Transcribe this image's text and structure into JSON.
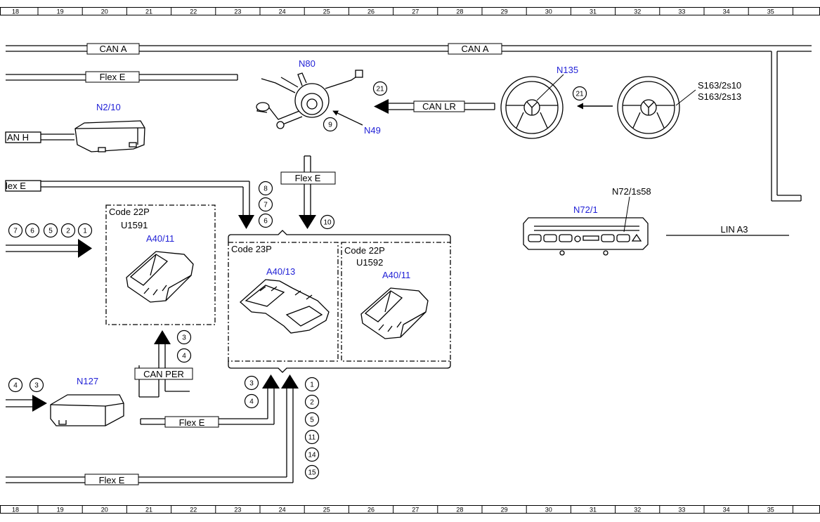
{
  "ruler": {
    "columns": [
      "18",
      "19",
      "20",
      "21",
      "22",
      "23",
      "24",
      "25",
      "26",
      "27",
      "28",
      "29",
      "30",
      "31",
      "32",
      "33",
      "34",
      "35"
    ]
  },
  "components": {
    "n80": "N80",
    "n49": "N49",
    "n2_10": "N2/10",
    "n135": "N135",
    "s163": [
      "S163/2s10",
      "S163/2s13"
    ],
    "n72_1": "N72/1",
    "n72_1s58": "N72/1s58",
    "n127": "N127",
    "a40_11_left": "A40/11",
    "a40_13": "A40/13",
    "a40_11_right": "A40/11"
  },
  "code_boxes": {
    "left": {
      "code": "Code 22P",
      "sub": "U1591"
    },
    "middle": {
      "code": "Code 23P"
    },
    "right": {
      "code": "Code 22P",
      "sub": "U1592"
    }
  },
  "bus_labels": {
    "can_a_1": "CAN A",
    "can_a_2": "CAN A",
    "flex_e_top": "Flex E",
    "can_h": "AN H",
    "flex_e_left": "lex E",
    "flex_e_mid": "Flex E",
    "can_lr": "CAN LR",
    "lin_a3": "LIN A3",
    "can_per": "CAN PER",
    "flex_e_bottom1": "Flex E",
    "flex_e_bottom2": "Flex E"
  },
  "circled_numbers": {
    "n80_9": "9",
    "can_lr_21": "21",
    "wheel_21": "21",
    "left_group": [
      "7",
      "6",
      "5",
      "2",
      "1"
    ],
    "flex_left_group": [
      "8",
      "7",
      "6"
    ],
    "flex_mid_10": "10",
    "can_per_group": [
      "3",
      "4"
    ],
    "n127_group": [
      "4",
      "3"
    ],
    "bottom_left_group": [
      "3",
      "4"
    ],
    "bottom_right_group": [
      "1",
      "2",
      "5",
      "11",
      "14",
      "15"
    ]
  }
}
